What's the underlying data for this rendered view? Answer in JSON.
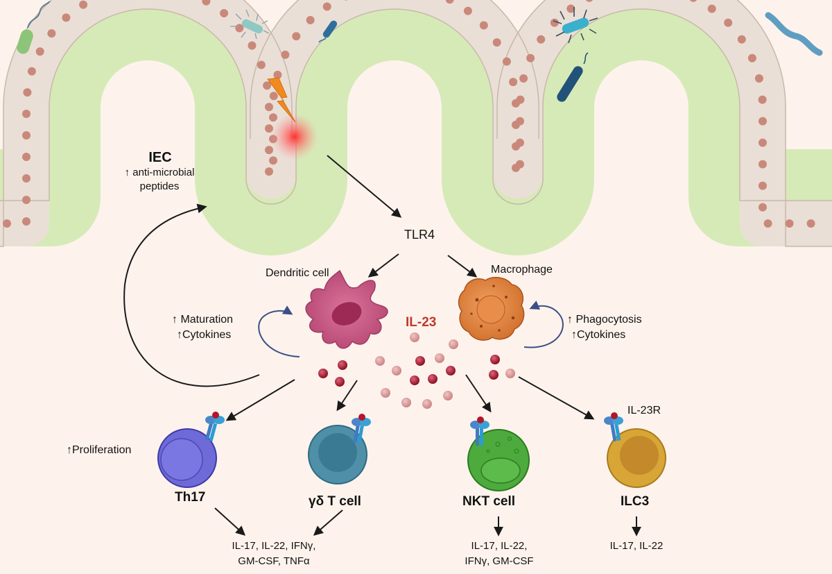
{
  "labels": {
    "iec_title": "IEC",
    "iec_line1": "↑ anti-microbial",
    "iec_line2": "peptides",
    "tlr4": "TLR4",
    "dendritic_cell": "Dendritic cell",
    "macrophage": "Macrophage",
    "il23": "IL-23",
    "dc_effect_1": "↑ Maturation",
    "dc_effect_2": "↑Cytokines",
    "mac_effect_1": "↑ Phagocytosis",
    "mac_effect_2": "↑Cytokines",
    "il23r": "IL-23R",
    "proliferation": "↑Proliferation",
    "th17": "Th17",
    "gd_t_cell": "γδ T cell",
    "nkt_cell": "NKT cell",
    "ilc3": "ILC3",
    "th17_gd_out_1": "IL-17, IL-22, IFNγ,",
    "th17_gd_out_2": "GM-CSF, TNFα",
    "nkt_out_1": "IL-17, IL-22,",
    "nkt_out_2": "IFNγ, GM-CSF",
    "ilc3_out": "IL-17, IL-22"
  },
  "colors": {
    "background": "#fdf3ec",
    "epithelium_mucus": "#d6eab7",
    "epithelial_cell": "#eadfd6",
    "nucleus": "#c9897a",
    "il23_text": "#c0392b",
    "dendritic_cell": "#c55a7e",
    "macrophage": "#e0823a",
    "th17": "#6e6ad8",
    "gd_t_cell": "#4f8fa8",
    "nkt_cell": "#4cab3c",
    "ilc3": "#d8a537",
    "feedback_arrow": "#3a4f86"
  },
  "icons": [
    "bacterium-icon",
    "lightning-bolt-icon",
    "inflammation-glow-icon",
    "il23-receptor-icon"
  ]
}
